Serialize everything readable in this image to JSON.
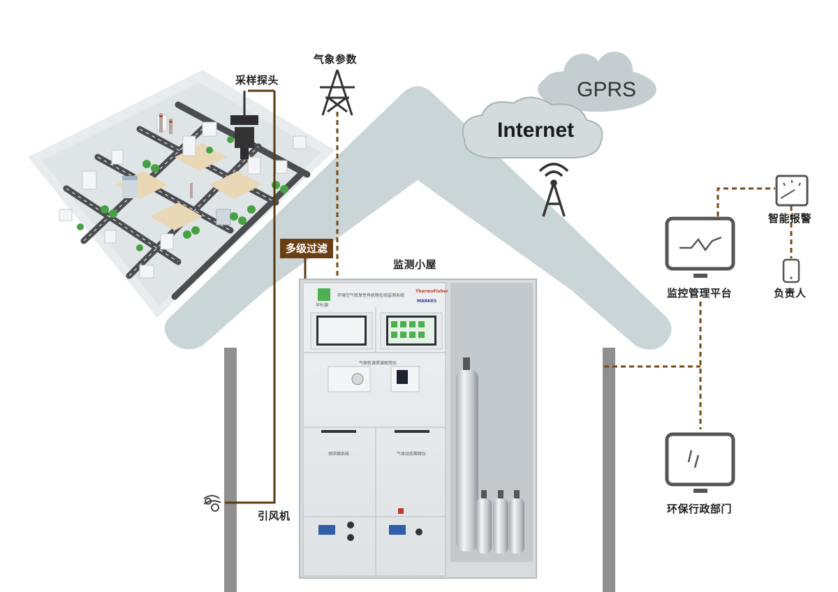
{
  "labels": {
    "sampling_probe": "采样探头",
    "weather_params": "气象参数",
    "multi_filter": "多级过滤",
    "monitor_house": "监测小屋",
    "fan": "引风机",
    "smart_alarm": "智能报警",
    "responsible_person": "负责人",
    "monitor_platform": "监控管理平台",
    "epa_department": "环保行政部门"
  },
  "cloud": {
    "gprs": "GPRS",
    "internet": "Internet"
  },
  "cabinet": {
    "system_title": "环境空气挥发性有机物在线监测系统",
    "brand_left": "华杉源",
    "brand_thermo": "ThermoFisher",
    "brand_markes": "MARKES",
    "gc_ms_label": "气相色谱质谱联用仪",
    "pretreat_label": "预浓缩系统",
    "dilution_label": "气体动态稀释仪"
  },
  "colors": {
    "roof": "#c6d2d4",
    "roof_shadow": "#a9b8bb",
    "wall": "#8f8f8f",
    "link_brown": "#7a4a17",
    "cloud": "#c4ced0",
    "icon_gray": "#555555"
  }
}
